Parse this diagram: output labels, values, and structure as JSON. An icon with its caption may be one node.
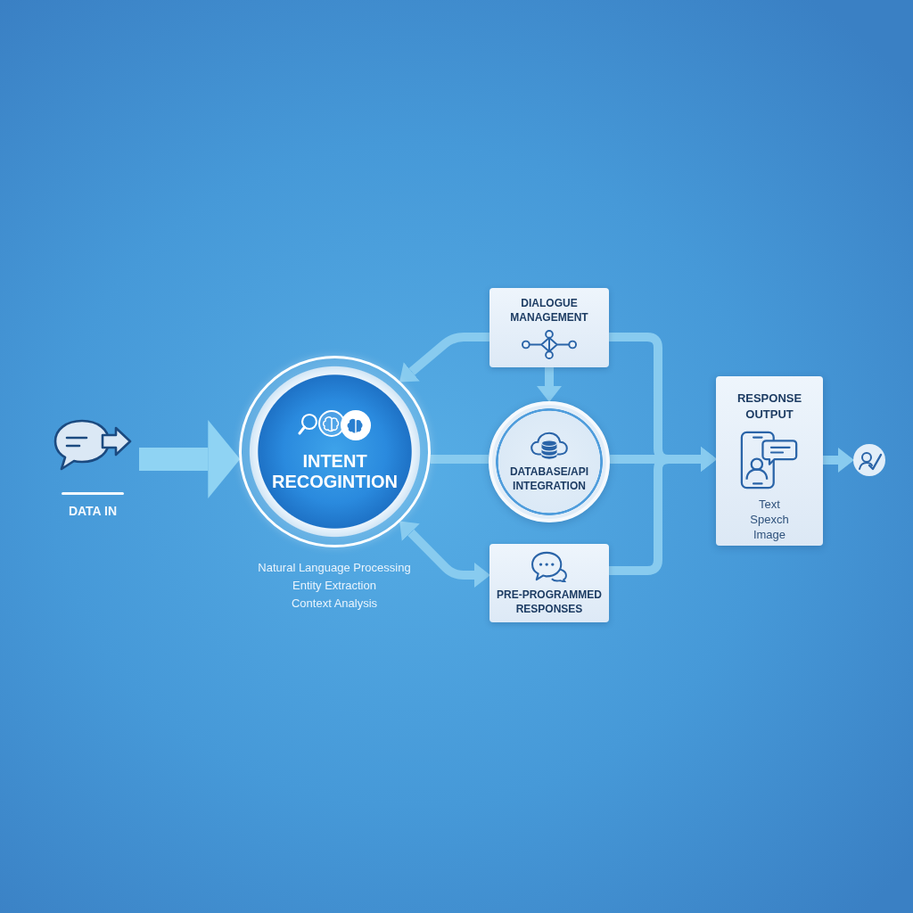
{
  "diagram": {
    "nodes": [
      {
        "text": [
          "DATA IN"
        ]
      },
      {
        "text": [
          "INTENT RECOGINTION"
        ],
        "beside": [
          "Natural Language Processing",
          "Entity Extraction",
          "Context Analysis"
        ]
      },
      {
        "text": [
          "DIALOGUE MANAGEMENT"
        ]
      },
      {
        "text": [
          "DATABASE/API INTEGRATION"
        ]
      },
      {
        "text": [
          "PRE-PROGRAMMED RESPONSES"
        ]
      },
      {
        "text": [
          "RESPONSE OUTPUT",
          "Text",
          "Spexch",
          "Image"
        ]
      },
      {
        "text": [],
        "shape": "circle"
      }
    ],
    "edges": [
      {
        "from": 0,
        "to": 1,
        "arrow": "to",
        "style": "thick"
      },
      {
        "from": 2,
        "to": 1,
        "arrow": "to"
      },
      {
        "from": 2,
        "to": 3,
        "arrow": "to"
      },
      {
        "from": 1,
        "to": 3,
        "arrow": "none"
      },
      {
        "from": 1,
        "to": 4,
        "arrow": "both"
      },
      {
        "from": 2,
        "to": 5,
        "arrow": "to"
      },
      {
        "from": 3,
        "to": 5,
        "arrow": "to"
      },
      {
        "from": 4,
        "to": 5,
        "arrow": "to"
      },
      {
        "from": 5,
        "to": 6,
        "arrow": "to"
      }
    ]
  }
}
